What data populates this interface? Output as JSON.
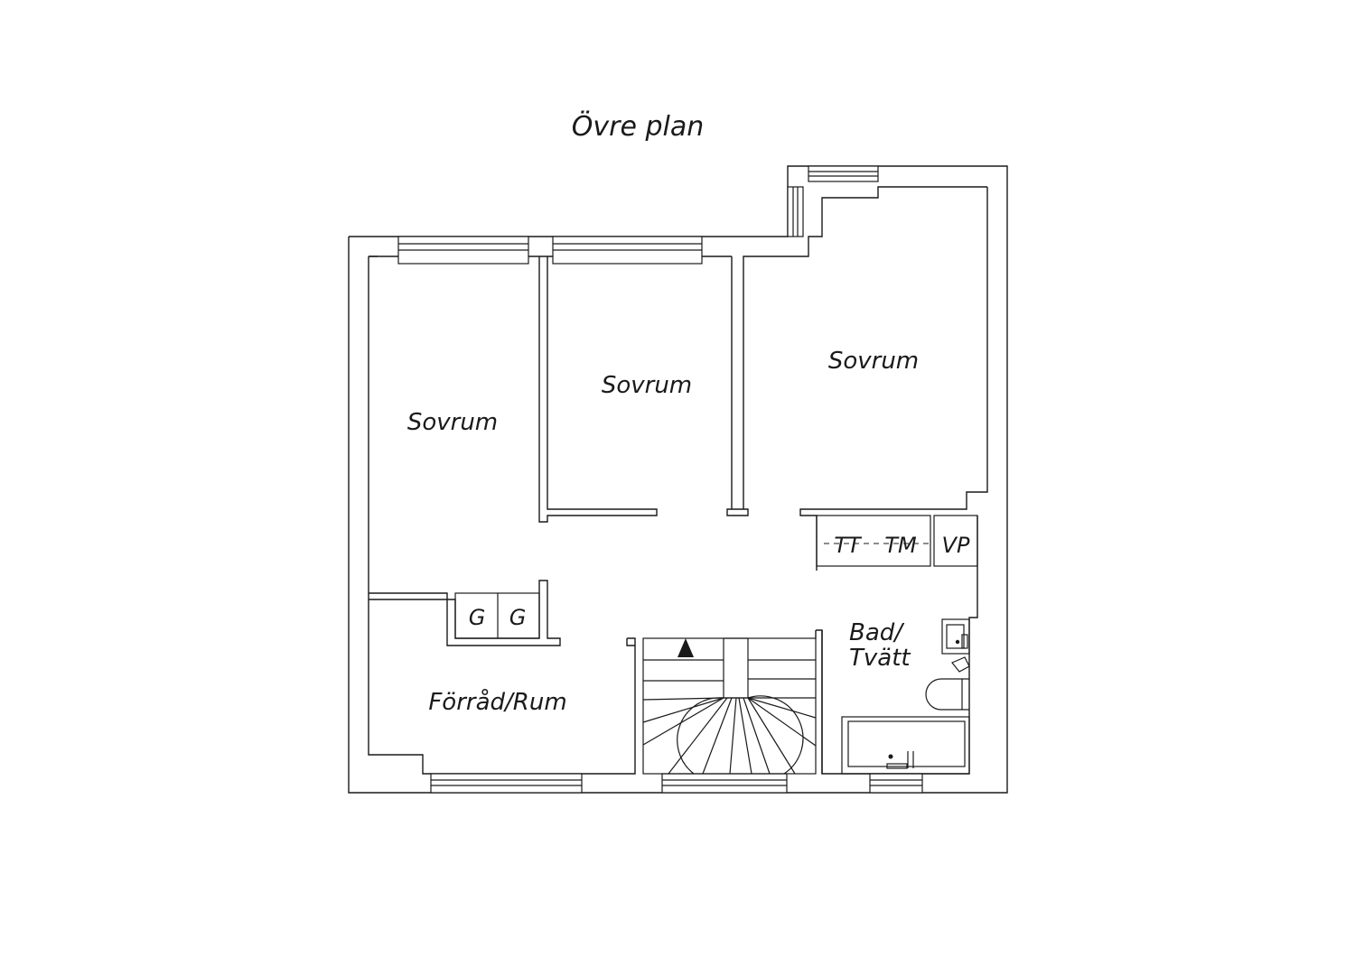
{
  "title": "Övre plan",
  "rooms": {
    "bedroom_left": "Sovrum",
    "bedroom_middle": "Sovrum",
    "bedroom_right": "Sovrum",
    "storage": "Förråd/Rum",
    "bath_line1": "Bad/",
    "bath_line2": "Tvätt"
  },
  "fixtures": {
    "tumble_dryer": "TT",
    "washing_machine": "TM",
    "heat_pump": "VP",
    "wardrobe_1": "G",
    "wardrobe_2": "G"
  },
  "colors": {
    "line": "#1a1a1a",
    "background": "#ffffff"
  }
}
